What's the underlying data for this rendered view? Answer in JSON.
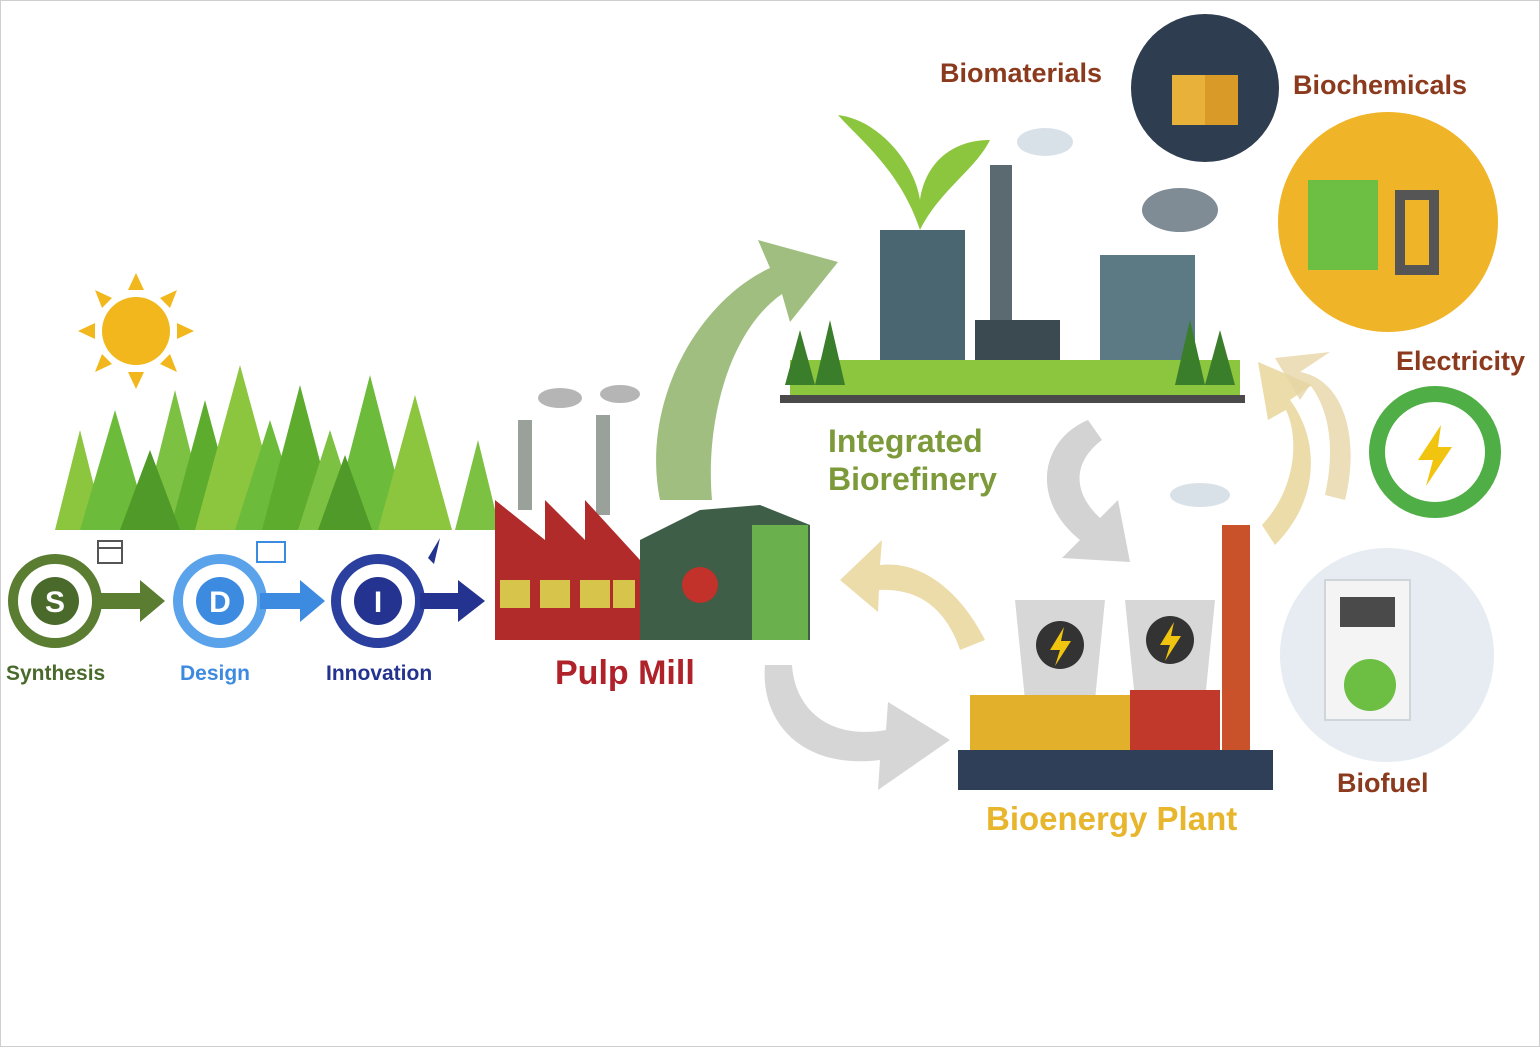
{
  "sdi": {
    "synthesis_letter": "S",
    "design_letter": "D",
    "innovation_letter": "I",
    "synthesis": "Synthesis",
    "design": "Design",
    "innovation": "Innovation"
  },
  "facilities": {
    "pulp_mill": "Pulp Mill",
    "integrated_biorefinery_line1": "Integrated",
    "integrated_biorefinery_line2": "Biorefinery",
    "bioenergy_plant": "Bioenergy Plant"
  },
  "products": {
    "biomaterials": "Biomaterials",
    "biochemicals": "Biochemicals",
    "electricity": "Electricity",
    "biofuel": "Biofuel"
  },
  "colors": {
    "forest_green": "#6dbb3a",
    "pulp_red": "#b0222a",
    "biorefinery_green": "#7d9a3a",
    "bioenergy_yellow": "#e7b62c",
    "product_brown": "#8b3a1e",
    "synthesis_green": "#4a6a2c",
    "design_blue": "#3d8be0",
    "innovation_navy": "#23338f"
  }
}
